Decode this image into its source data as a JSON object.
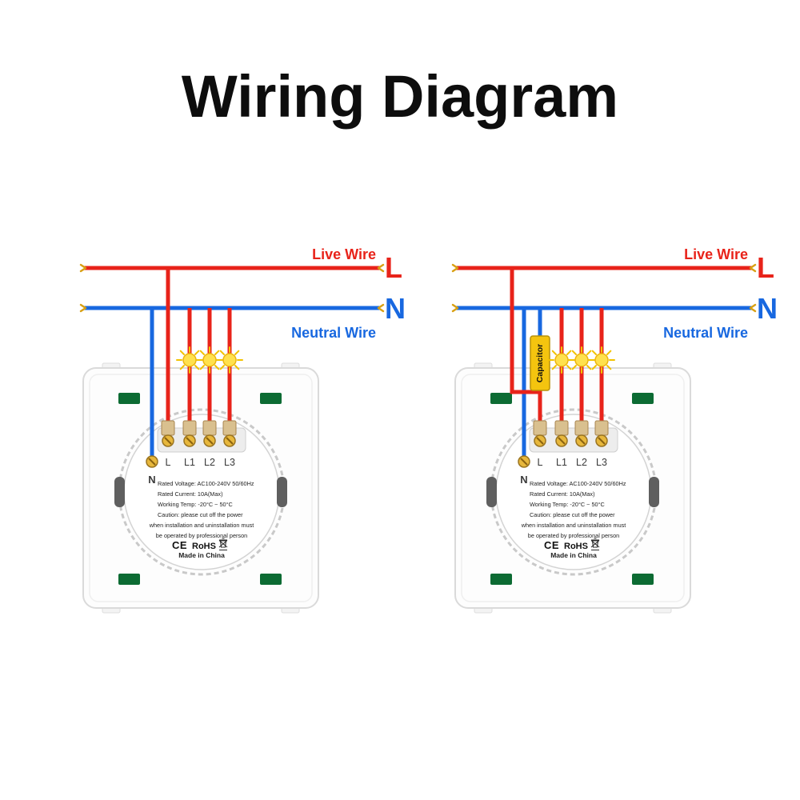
{
  "title": "Wiring Diagram",
  "colors": {
    "live_wire_red": "#e8231a",
    "neutral_wire_blue": "#1868e0",
    "capacitor_yellow": "#f4c40f",
    "mounting_block_green": "#0c6b33",
    "terminal_gold": "#e7b73c"
  },
  "wires": {
    "live_label": "Live Wire",
    "live_letter": "L",
    "neutral_label": "Neutral Wire",
    "neutral_letter": "N"
  },
  "switch": {
    "terminal_n": "N",
    "terminals": [
      "L",
      "L1",
      "L2",
      "L3"
    ],
    "spec_lines": [
      "Rated Voltage: AC100-240V 50/60Hz",
      "Rated Current: 10A(Max)",
      "Working Temp: -20°C ~ 50°C",
      "Caution: please cut off the power",
      "when installation and uninstallation must",
      "be operated by professional person"
    ],
    "ce_mark": "CE",
    "rohs_mark": "RoHS",
    "made_in": "Made in China"
  },
  "capacitor_label": "Capacitor"
}
